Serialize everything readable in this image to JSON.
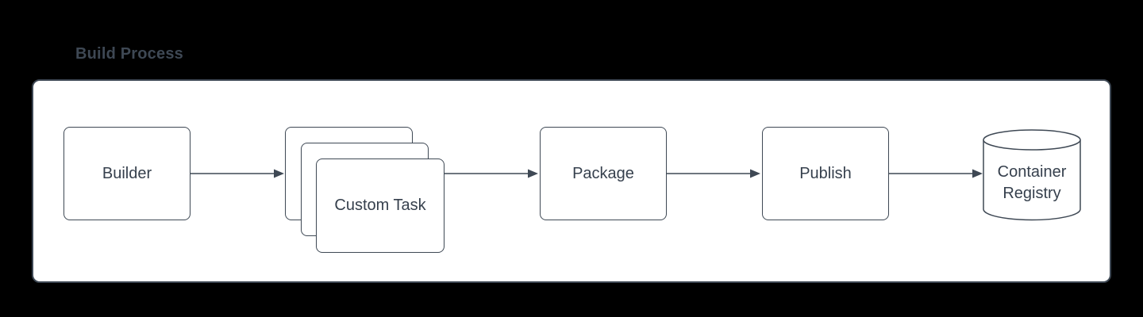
{
  "title": "Build Process",
  "colors": {
    "background": "#000000",
    "panel_fill": "#ffffff",
    "stroke": "#3e4854",
    "label_text": "#36404d"
  },
  "diagram": {
    "type": "flowchart",
    "direction": "left-to-right",
    "nodes": [
      {
        "id": "builder",
        "label": "Builder",
        "shape": "rounded-rect"
      },
      {
        "id": "custom-task",
        "label": "Custom Task",
        "shape": "stacked-rounded-rect",
        "stack_count": 3
      },
      {
        "id": "package",
        "label": "Package",
        "shape": "rounded-rect"
      },
      {
        "id": "publish",
        "label": "Publish",
        "shape": "rounded-rect"
      },
      {
        "id": "container-registry",
        "label": "Container Registry",
        "shape": "cylinder"
      }
    ],
    "edges": [
      {
        "from": "builder",
        "to": "custom-task",
        "arrow": "filled-triangle"
      },
      {
        "from": "custom-task",
        "to": "package",
        "arrow": "filled-triangle"
      },
      {
        "from": "package",
        "to": "publish",
        "arrow": "filled-triangle"
      },
      {
        "from": "publish",
        "to": "container-registry",
        "arrow": "filled-triangle"
      }
    ]
  }
}
